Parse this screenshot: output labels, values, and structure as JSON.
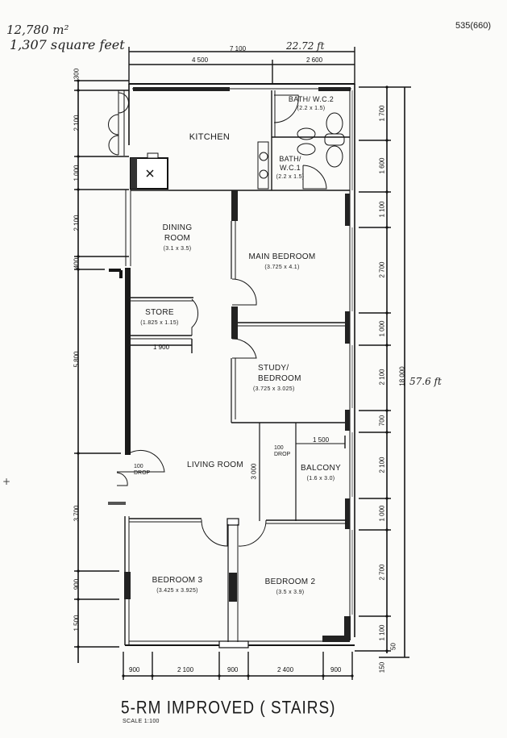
{
  "annotations": {
    "area_sqm": "12,780 m²",
    "area_sqft": "1,307 square feet",
    "reference_code": "535(660)",
    "width_ft": "22.72 ft",
    "length_ft": "57.6 ft",
    "stray_mark": "+"
  },
  "title": {
    "main": "5-RM IMPROVED ( STAIRS)",
    "scale": "SCALE 1:100"
  },
  "rooms": {
    "kitchen": {
      "name": "KITCHEN",
      "dims": ""
    },
    "bath2": {
      "name": "BATH/ W.C.2",
      "dims": "(2.2 x 1.5)"
    },
    "bath1": {
      "name": "BATH/ W.C.1",
      "dims": "(2.2 x 1.5)"
    },
    "dining": {
      "name": "DINING ROOM",
      "dims": "(3.1 x 3.5)"
    },
    "main_bedroom": {
      "name": "MAIN BEDROOM",
      "dims": "(3.725 x 4.1)"
    },
    "store": {
      "name": "STORE",
      "dims": "(1.825 x 1.15)"
    },
    "study": {
      "name": "STUDY/ BEDROOM",
      "dims": "(3.725 x 3.025)"
    },
    "living": {
      "name": "LIVING ROOM",
      "dims": ""
    },
    "balcony": {
      "name": "BALCONY",
      "dims": "(1.6 x 3.0)"
    },
    "bedroom3": {
      "name": "BEDROOM 3",
      "dims": "(3.425 x 3.925)"
    },
    "bedroom2": {
      "name": "BEDROOM 2",
      "dims": "(3.5 x 3.9)"
    }
  },
  "dimensions": {
    "top": {
      "overall": "7 100",
      "left": "4 500",
      "right": "2 600"
    },
    "left": [
      "300",
      "2 100",
      "1 000",
      "2 100",
      "400",
      "5 800",
      "3 700",
      "900",
      "1 500"
    ],
    "right": [
      "1 700",
      "1 600",
      "1 100",
      "2 700",
      "1 000",
      "2 100",
      "700",
      "2 100",
      "1 000",
      "2 700",
      "1 100",
      "50",
      "150"
    ],
    "right_overall": "18 000",
    "bottom": [
      "900",
      "2 100",
      "900",
      "2 400",
      "900"
    ],
    "internal": {
      "store_width": "1 900",
      "balcony_width": "1 500",
      "living_height": "3 000",
      "drop_1": "100",
      "drop_1_label": "DROP",
      "drop_2": "100",
      "drop_2_label": "DROP"
    }
  }
}
